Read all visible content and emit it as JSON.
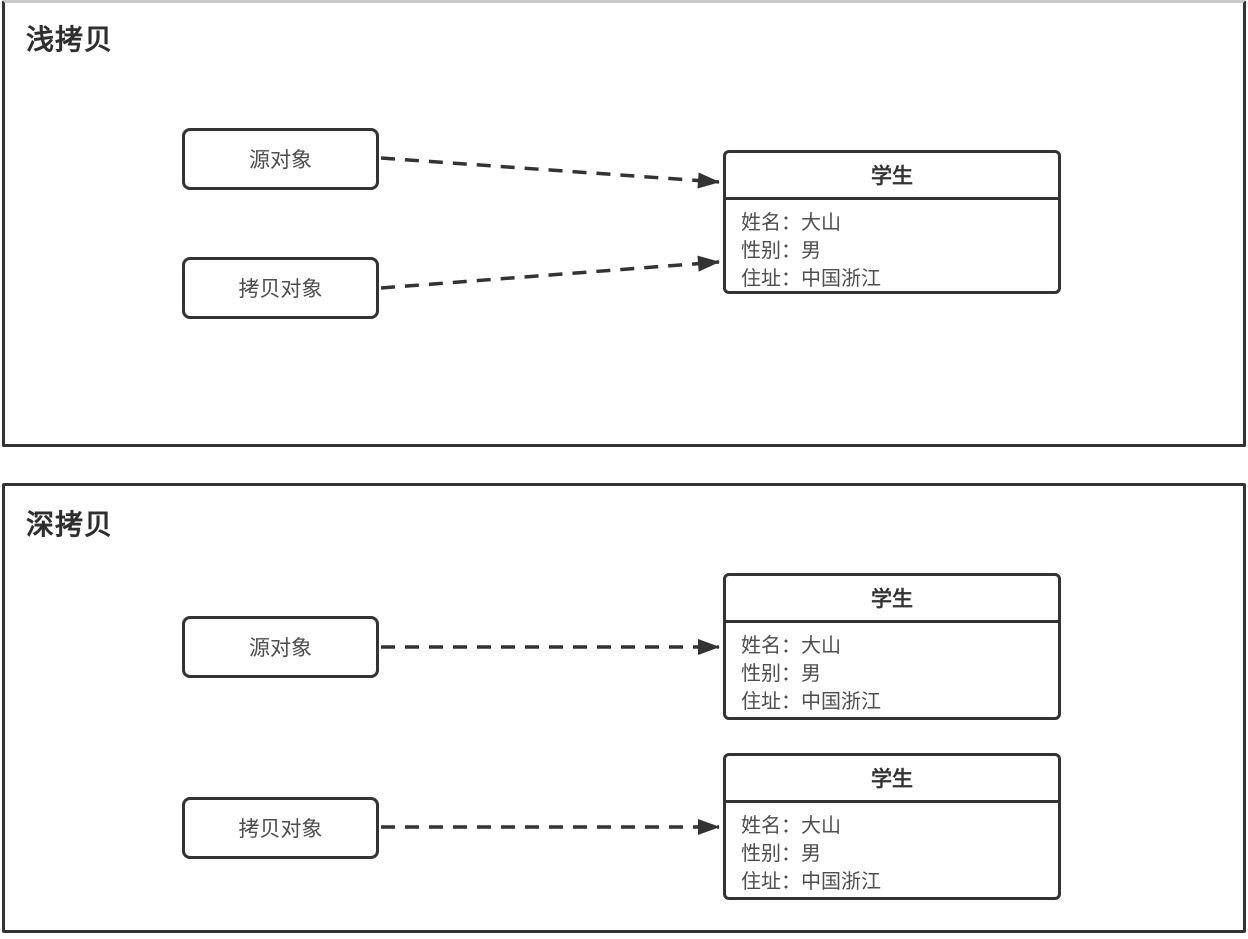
{
  "colors": {
    "line": "#333333",
    "box_text": "#4d4d4d",
    "title_text": "#2e2e2e",
    "background": "#ffffff"
  },
  "shallow_panel": {
    "title": "浅拷贝",
    "source_box_label": "源对象",
    "copy_box_label": "拷贝对象",
    "student": {
      "title": "学生",
      "fields": [
        "姓名：大山",
        "性别：男",
        "住址：中国浙江"
      ]
    }
  },
  "deep_panel": {
    "title": "深拷贝",
    "source_box_label": "源对象",
    "copy_box_label": "拷贝对象",
    "student_source": {
      "title": "学生",
      "fields": [
        "姓名：大山",
        "性别：男",
        "住址：中国浙江"
      ]
    },
    "student_copy": {
      "title": "学生",
      "fields": [
        "姓名：大山",
        "性别：男",
        "住址：中国浙江"
      ]
    }
  }
}
